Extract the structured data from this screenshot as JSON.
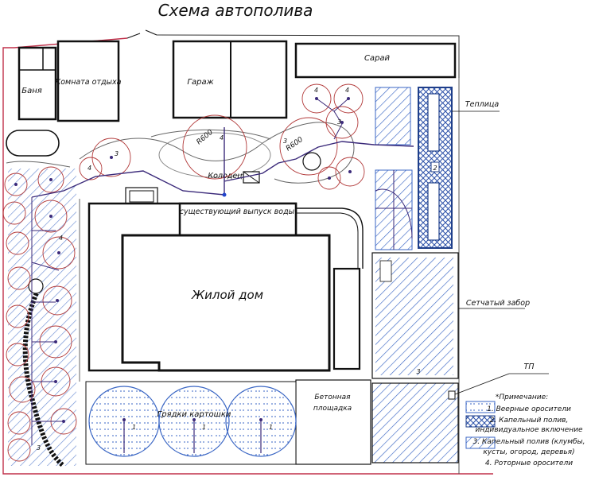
{
  "title": "Схема автополива",
  "buildings": {
    "banya": "Баня",
    "rest_room": "Комната отдыха",
    "garage": "Гараж",
    "shed": "Сарай",
    "greenhouse": "Теплица",
    "well": "Колодец",
    "water_outlet": "существующий выпуск воды",
    "house": "Жилой дом",
    "fence": "Сетчатый забор",
    "concrete": [
      "Бетонная",
      "площадка"
    ],
    "potato_beds": "Грядки картошки",
    "tp": "ТП"
  },
  "radius_labels": [
    "R600",
    "R600"
  ],
  "legend": {
    "heading": "*Примечание:",
    "items": [
      [
        "1. Веерные оросители"
      ],
      [
        "2. Капельный полив,",
        "индивидуальное включение"
      ],
      [
        "3. Капельный полив (клумбы,",
        "кусты, огород, деревья)"
      ],
      [
        "4. Роторные оросители"
      ]
    ]
  },
  "marker_numbers": [
    "1",
    "2",
    "3",
    "4"
  ],
  "colors": {
    "hatch": "#3a66c4",
    "pipe": "#3b2a7a",
    "sprinkler": "#b23a3a",
    "boundary": "#c0304a",
    "outline": "#111111"
  }
}
